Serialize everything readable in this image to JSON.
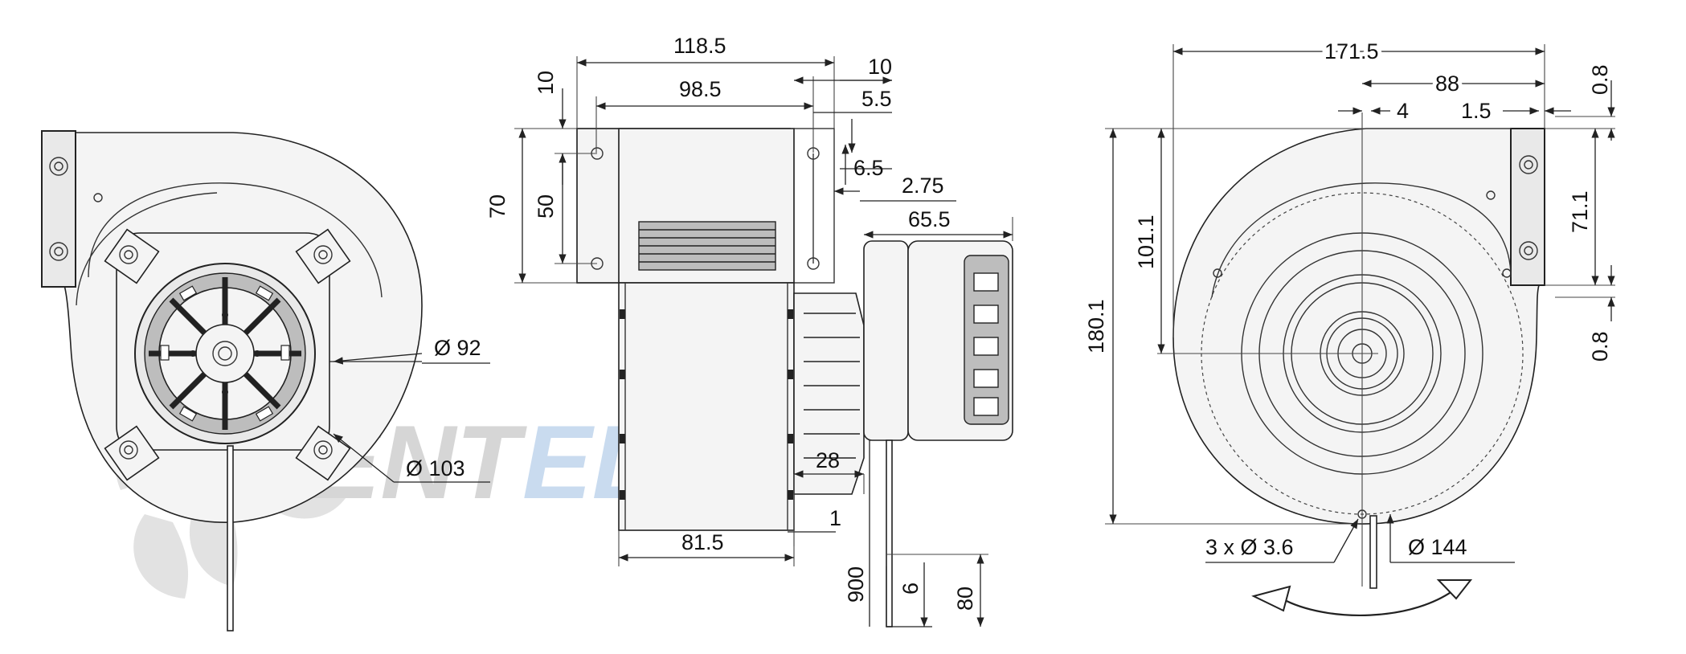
{
  "watermark": {
    "text_a": "VENT",
    "text_b": "EL"
  },
  "front_view": {
    "dia_inner": "Ø 92",
    "dia_outer": "Ø 103"
  },
  "side_view": {
    "d_118_5": "118.5",
    "d_98_5": "98.5",
    "d_10_top": "10",
    "d_10_left": "10",
    "d_5_5": "5.5",
    "d_6_5": "6.5",
    "d_2_75": "2.75",
    "d_65_5": "65.5",
    "d_70": "70",
    "d_50": "50",
    "d_28": "28",
    "d_1": "1",
    "d_81_5": "81.5",
    "d_900": "900",
    "d_6": "6",
    "d_80": "80"
  },
  "back_view": {
    "d_171_5": "171.5",
    "d_88": "88",
    "d_4": "4",
    "d_1_5": "1.5",
    "d_0_8_top": "0.8",
    "d_0_8_bottom": "0.8",
    "d_71_1": "71.1",
    "d_101_1": "101.1",
    "d_180_1": "180.1",
    "holes": "3 x Ø 3.6",
    "dia_144": "Ø 144"
  },
  "colors": {
    "line": "#222222",
    "watermark_grey": "#d6d6d6",
    "watermark_blue": "#c9dbef"
  }
}
